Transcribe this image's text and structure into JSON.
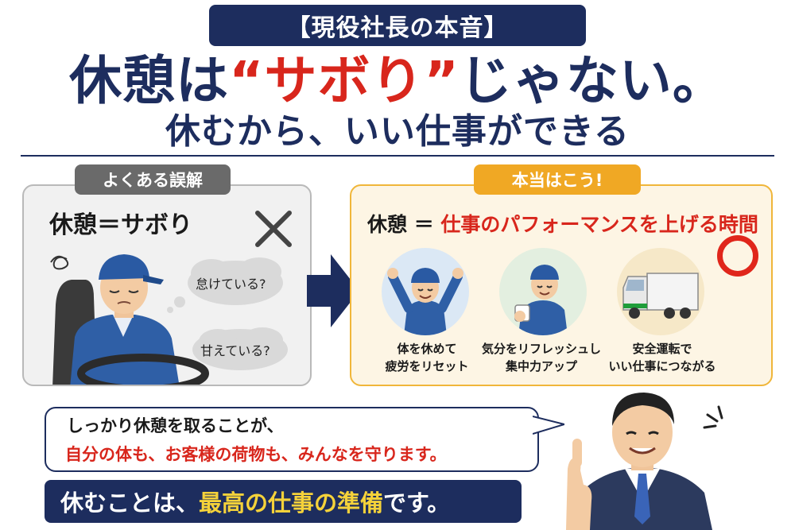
{
  "header": {
    "badge": "【現役社長の本音】",
    "headline_pre": "休憩は",
    "headline_quote": "“サボり”",
    "headline_post": "じゃない。",
    "subhead": "休むから、いい仕事ができる"
  },
  "misconception": {
    "tab": "よくある誤解",
    "equation": "休憩＝サボり",
    "thought_1": "怠けている?",
    "thought_2": "甘えている?"
  },
  "truth": {
    "tab": "本当はこう!",
    "eq_left": "休憩 ＝ ",
    "eq_right": "仕事のパフォーマンスを上げる時間",
    "items": [
      {
        "line1": "体を休めて",
        "line2": "疲労をリセット"
      },
      {
        "line1": "気分をリフレッシュし",
        "line2": "集中力アップ"
      },
      {
        "line1": "安全運転で",
        "line2": "いい仕事につながる"
      }
    ]
  },
  "message": {
    "line1": "しっかり休憩を取ることが、",
    "line2": "自分の体も、お客様の荷物も、みんなを守ります。"
  },
  "footer": {
    "pre": "休むことは、",
    "highlight": "最高の仕事の準備",
    "post": "です。"
  },
  "colors": {
    "navy": "#1d2d5e",
    "red": "#d8261c",
    "orange": "#f0a824",
    "yellow": "#f5d23a"
  },
  "icons": [
    "cross-mark-icon",
    "circle-mark-icon",
    "arrow-right-icon",
    "truck-icon",
    "sparkle-icon"
  ]
}
